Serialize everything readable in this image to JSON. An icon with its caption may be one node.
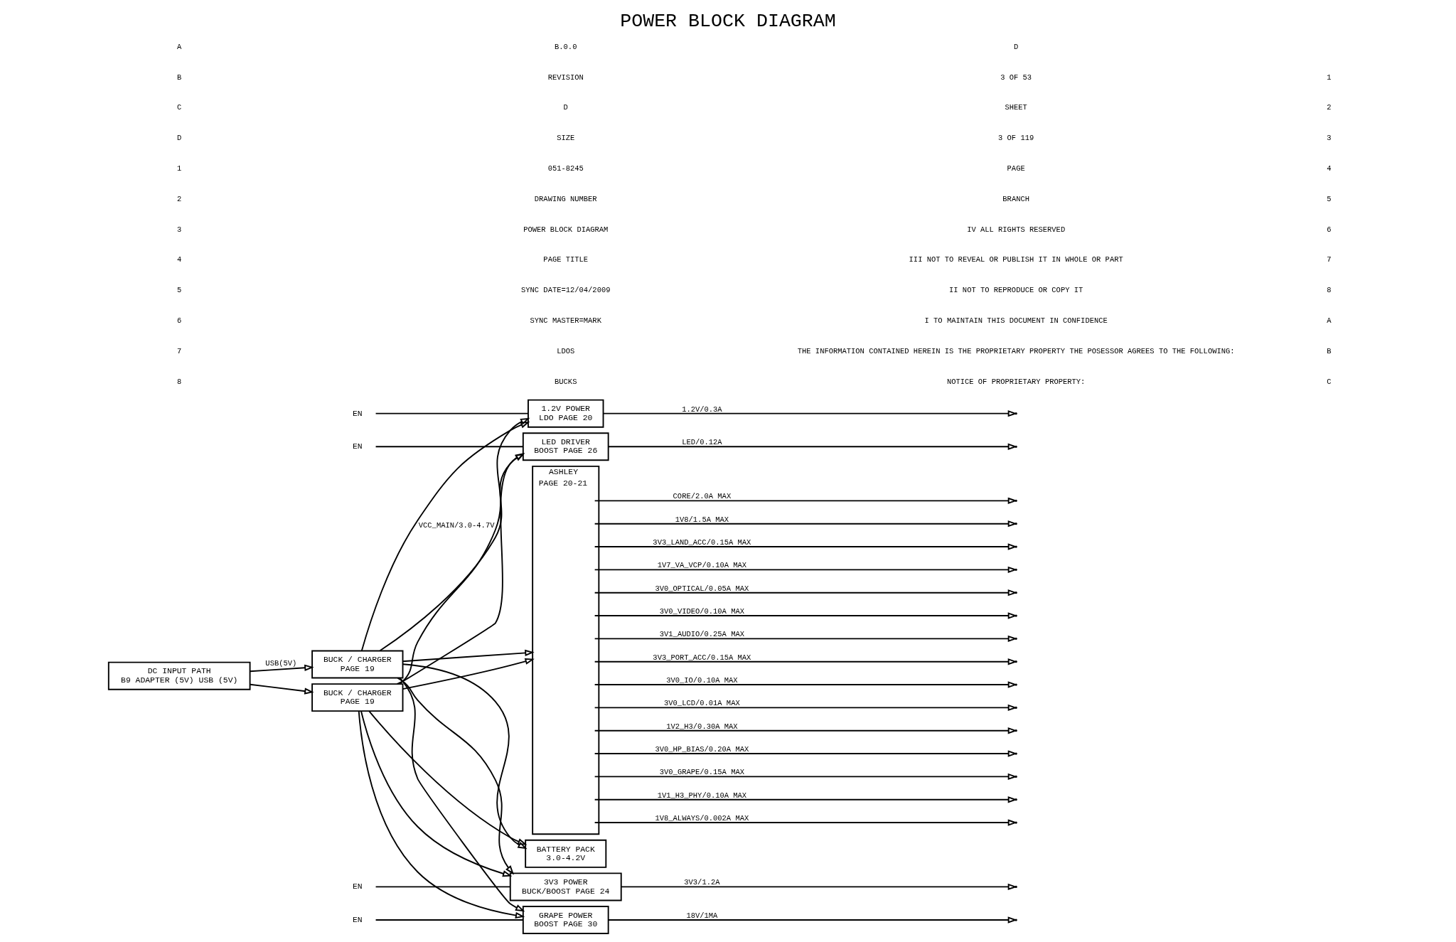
{
  "diagram": {
    "title": "POWER BLOCK DIAGRAM",
    "nodes": [
      {
        "text": [
          "DC INPUT PATH",
          "B9 ADAPTER (5V) USB (5V)"
        ]
      },
      {
        "text": [
          "BUCK / CHARGER",
          "PAGE 19"
        ]
      },
      {
        "text": [
          "BUCK / CHARGER",
          "PAGE 19"
        ]
      },
      {
        "text": [
          "BATTERY PACK",
          "3.0-4.2V"
        ]
      },
      {
        "text": [
          "1.2V POWER",
          "LDO PAGE 20"
        ]
      },
      {
        "text": [
          "3V3 POWER",
          "BUCK/BOOST PAGE 24"
        ]
      },
      {
        "text": [
          "LED DRIVER",
          "BOOST PAGE 26"
        ]
      },
      {
        "text": [
          "GRAPE POWER",
          "BOOST PAGE 30"
        ]
      },
      {
        "text": [
          "ASHLEY",
          "PAGE 20-21"
        ]
      },
      {
        "text": [
          "EN"
        ]
      },
      {
        "text": [
          "EN"
        ]
      },
      {
        "text": [
          "EN"
        ]
      },
      {
        "text": [
          "EN"
        ]
      }
    ],
    "edges": [
      {
        "from": 0,
        "to": 1,
        "arrow": "to"
      },
      {
        "from": 0,
        "to": 2,
        "arrow": "to",
        "label": "USB(5V)"
      },
      {
        "from": 1,
        "to": 4,
        "arrow": "to",
        "label": "VCC_MAIN/3.0-4.7V"
      },
      {
        "from": 1,
        "to": 5,
        "arrow": "to"
      },
      {
        "from": 1,
        "to": 6,
        "arrow": "to"
      },
      {
        "from": 1,
        "to": 7,
        "arrow": "to"
      },
      {
        "from": 1,
        "to": 8,
        "arrow": "to"
      },
      {
        "from": 2,
        "to": 4,
        "arrow": "to"
      },
      {
        "from": 2,
        "to": 5,
        "arrow": "to"
      },
      {
        "from": 2,
        "to": 6,
        "arrow": "to"
      },
      {
        "from": 2,
        "to": 7,
        "arrow": "to"
      },
      {
        "from": 2,
        "to": 8,
        "arrow": "to"
      },
      {
        "from": 1,
        "to": 3,
        "arrow": "to"
      },
      {
        "from": 2,
        "to": 3,
        "arrow": "to"
      },
      {
        "from": 9,
        "to": 4,
        "arrow": "none"
      },
      {
        "from": 10,
        "to": 5,
        "arrow": "none"
      },
      {
        "from": 11,
        "to": 6,
        "arrow": "none"
      },
      {
        "from": 12,
        "to": 7,
        "arrow": "none"
      },
      {
        "from": 4,
        "to": null,
        "arrow": "to",
        "label": "1.2V/0.3A"
      },
      {
        "from": 5,
        "to": null,
        "arrow": "to",
        "label": "3V3/1.2A"
      },
      {
        "from": 6,
        "to": null,
        "arrow": "to",
        "label": "LED/0.12A"
      },
      {
        "from": 7,
        "to": null,
        "arrow": "to",
        "label": "18V/1MA"
      },
      {
        "from": 8,
        "to": null,
        "arrow": "to",
        "label": "CORE/2.0A MAX"
      },
      {
        "from": 8,
        "to": null,
        "arrow": "to",
        "label": "1V8/1.5A MAX"
      },
      {
        "from": 8,
        "to": null,
        "arrow": "to",
        "label": "3V3_LAND_ACC/0.15A MAX"
      },
      {
        "from": 8,
        "to": null,
        "arrow": "to",
        "label": "1V7_VA_VCP/0.10A MAX"
      },
      {
        "from": 8,
        "to": null,
        "arrow": "to",
        "label": "3V0_OPTICAL/0.05A MAX"
      },
      {
        "from": 8,
        "to": null,
        "arrow": "to",
        "label": "3V0_VIDEO/0.10A MAX"
      },
      {
        "from": 8,
        "to": null,
        "arrow": "to",
        "label": "3V1_AUDIO/0.25A MAX"
      },
      {
        "from": 8,
        "to": null,
        "arrow": "to",
        "label": "3V3_PORT_ACC/0.15A MAX"
      },
      {
        "from": 8,
        "to": null,
        "arrow": "to",
        "label": "3V0_IO/0.10A MAX"
      },
      {
        "from": 8,
        "to": null,
        "arrow": "to",
        "label": "3V0_LCD/0.01A MAX"
      },
      {
        "from": 8,
        "to": null,
        "arrow": "to",
        "label": "1V2_H3/0.30A MAX"
      },
      {
        "from": 8,
        "to": null,
        "arrow": "to",
        "label": "3V0_HP_BIAS/0.20A MAX"
      },
      {
        "from": 8,
        "to": null,
        "arrow": "to",
        "label": "3V0_GRAPE/0.15A MAX"
      },
      {
        "from": 8,
        "to": null,
        "arrow": "to",
        "label": "1V1_H3_PHY/0.10A MAX"
      },
      {
        "from": 8,
        "to": null,
        "arrow": "to",
        "label": "1V8_ALWAYS/0.002A MAX"
      }
    ],
    "labels": [
      "8",
      "7",
      "6",
      "5",
      "4",
      "3",
      "2",
      "1",
      "D",
      "C",
      "B",
      "A",
      "BUCKS",
      "LDOS",
      "SYNC MASTER=MARK",
      "SYNC DATE=12/04/2009",
      "PAGE TITLE",
      "POWER BLOCK DIAGRAM",
      "DRAWING NUMBER",
      "051-8245",
      "SIZE",
      "D",
      "REVISION",
      "B.0.0",
      "NOTICE OF PROPRIETARY PROPERTY:",
      "THE INFORMATION CONTAINED HEREIN IS THE PROPRIETARY PROPERTY THE POSESSOR AGREES TO THE FOLLOWING:",
      "I TO MAINTAIN THIS DOCUMENT IN CONFIDENCE",
      "II NOT TO REPRODUCE OR COPY IT",
      "III NOT TO REVEAL OR PUBLISH IT IN WHOLE OR PART",
      "IV ALL RIGHTS RESERVED",
      "BRANCH",
      "PAGE",
      "3 OF 119",
      "SHEET",
      "3 OF 53",
      "D",
      "C",
      "B",
      "A",
      "8",
      "7",
      "6",
      "5",
      "4",
      "3",
      "2",
      "1"
    ]
  }
}
